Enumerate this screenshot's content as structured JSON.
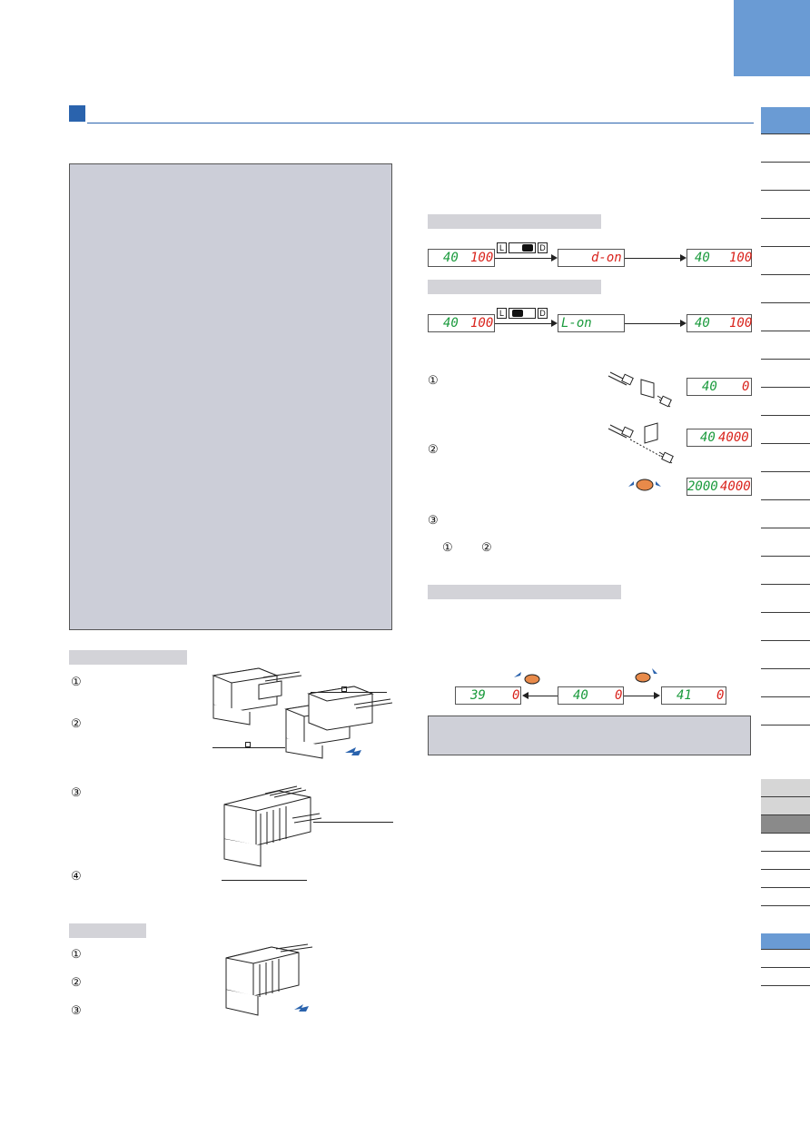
{
  "section_tabs": {
    "corner_color": "#6a9bd4",
    "accent_color": "#2a63ad",
    "tab_fills": [
      "#6a9bd4",
      "#ffffff",
      "#ffffff",
      "#ffffff",
      "#ffffff",
      "#ffffff",
      "#ffffff",
      "#ffffff",
      "#ffffff",
      "#ffffff",
      "#ffffff",
      "#ffffff",
      "#ffffff",
      "#ffffff",
      "#ffffff",
      "#ffffff",
      "#ffffff",
      "#ffffff",
      "#ffffff",
      "#ffffff",
      "#ffffff",
      "#ffffff"
    ],
    "lower_tab_fills": [
      "#d6d6d6",
      "#d6d6d6",
      "#8a8a8a",
      "#ffffff",
      "#ffffff",
      "#ffffff",
      "#ffffff",
      "#6a9bd4",
      "#ffffff",
      "#ffffff"
    ]
  },
  "circled_steps": {
    "one": "①",
    "two": "②",
    "three": "③",
    "four": "④"
  },
  "displays": {
    "d_on_row": {
      "left_green": "40",
      "left_red": "100",
      "middle": "d-on",
      "right_green": "40",
      "right_red": "100",
      "switch_left": "L",
      "switch_right": "D"
    },
    "l_on_row": {
      "left_green": "40",
      "left_red": "100",
      "middle": "L-on",
      "right_green": "40",
      "right_red": "100",
      "switch_left": "L",
      "switch_right": "D"
    },
    "step1": {
      "green": "40",
      "red": "0"
    },
    "step2": {
      "green": "40",
      "red": "4000"
    },
    "step2b": {
      "green": "2000",
      "red": "4000"
    },
    "adjust_down": {
      "green": "39",
      "red": "0"
    },
    "adjust_center": {
      "green": "40",
      "red": "0"
    },
    "adjust_up": {
      "green": "41",
      "red": "0"
    }
  },
  "step3_line": {
    "a": "①",
    "b": "②"
  }
}
